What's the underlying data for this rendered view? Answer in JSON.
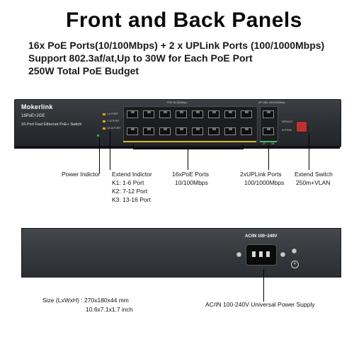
{
  "title": "Front  and Back Panels",
  "specs": [
    "16x PoE Ports(10/100Mbps) + 2 x UPLink Ports (100/1000Mbps)",
    "Support 802.3af/at,Up to 30W for Each PoE Port",
    "250W Total PoE Budget"
  ],
  "front_panel": {
    "brand": "Mokerlink",
    "model": "16PoE+2GE",
    "description": "16-Port Fast Ethernet PoE+ Switch",
    "led_labels": [
      "1-6 PORT",
      "7-12 PORT",
      "13-16 PORT"
    ],
    "poe_bank_label": "POE 10/100Mbps",
    "uplink_label": "UP LINK 100/1000Mbps",
    "uplink_numbers": [
      "17",
      "18"
    ],
    "switch_labels": [
      "DEFAULT",
      "EXTEND"
    ]
  },
  "callouts": {
    "power": "Power Indictor",
    "extend_indicator": [
      "Extend Indictor",
      "K1: 1-6 Port",
      "K2: 7-12 Port",
      "K3: 13-16 Port"
    ],
    "poe_ports": [
      "16xPoE Ports",
      "10/100Mbps"
    ],
    "uplink_ports": [
      "2xUPLink Ports",
      "100/1000Mbps"
    ],
    "extend_switch": [
      "Extend Switch",
      "250m+VLAN"
    ],
    "ac_power": "AC/IN 100-240V Universal Power Supply"
  },
  "back_panel": {
    "ac_label": "AC/IN 100~240V"
  },
  "size": {
    "label": "Size (LxWxH) : 270x180x44 mm",
    "inch": "10.6x7.1x1.7 inch"
  },
  "colors": {
    "led": "#f0a020",
    "port_strip": "#e2b81a",
    "chassis": "#2f3236"
  }
}
